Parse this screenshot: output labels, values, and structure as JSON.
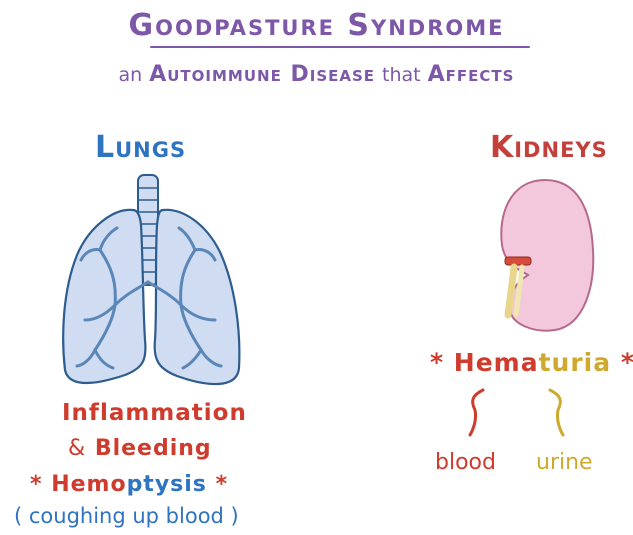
{
  "title": "Goodpasture Syndrome",
  "subtitle": {
    "prefix": "an",
    "part1": "Autoimmune Disease",
    "mid": "that",
    "part2": "Affects"
  },
  "lungs": {
    "label": "Lungs",
    "line1": "Inflammation",
    "line2_amp": "&",
    "line2_word": "Bleeding",
    "star_left": "*",
    "hemo_a": "Hemo",
    "hemo_b": "ptysis",
    "star_right": "*",
    "coughing": "( coughing up blood )"
  },
  "kidneys": {
    "label": "Kidneys",
    "star_left": "*",
    "hema": "Hema",
    "turia": "turia",
    "star_right": "*",
    "blood_word": "blood",
    "urine_word": "urine"
  },
  "colors": {
    "purple": "#7d57a8",
    "blue": "#2f74c0",
    "red": "#cf3b2c",
    "gold": "#cfa92d",
    "lung_fill": "#cfdcf1",
    "kidney_fill": "#f3c8dc"
  }
}
